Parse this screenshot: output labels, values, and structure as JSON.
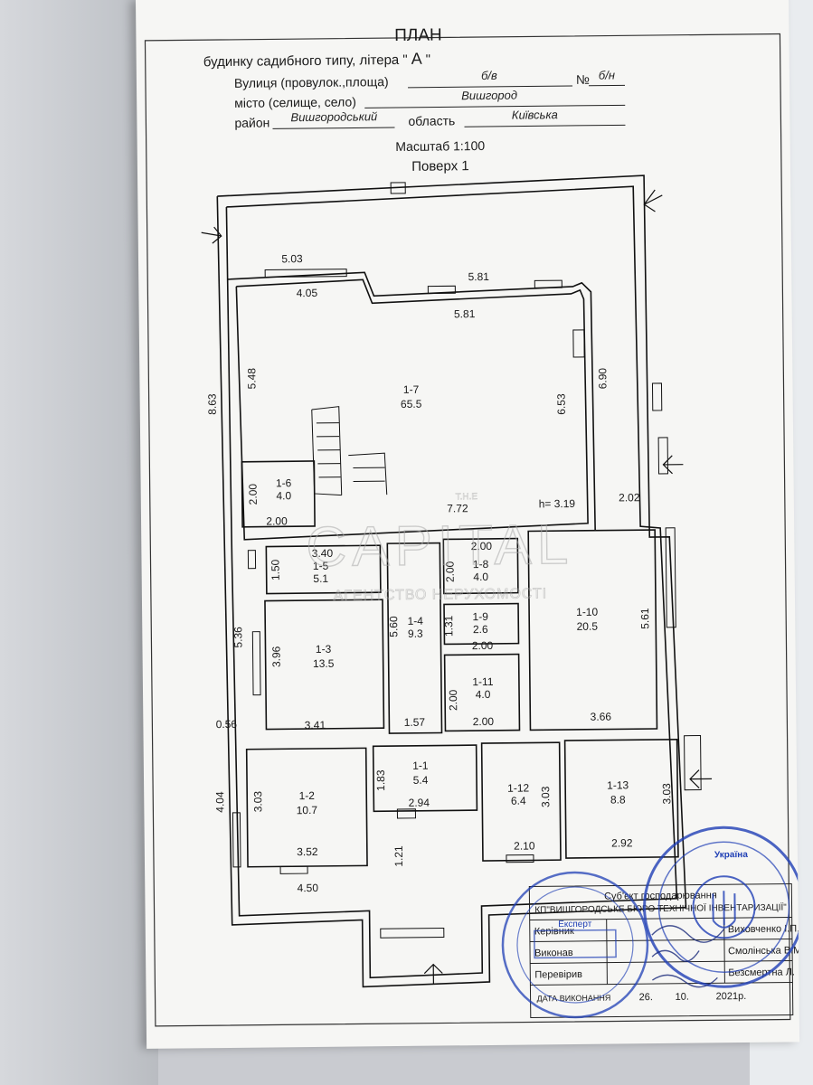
{
  "header": {
    "title": "ПЛАН",
    "subtitle_prefix": "будинку садибного типу, літера \"",
    "subtitle_letter": "А",
    "subtitle_suffix": "\"",
    "street_label": "Вулиця (провулок.,площа)",
    "street_value": "б/в",
    "no_label": "№",
    "no_value": "б/н",
    "city_label": "місто (селище, село)",
    "city_value": "Вишгород",
    "district_label": "район",
    "district_value": "Вишгородський",
    "region_label": "область",
    "region_value": "Київська",
    "scale": "Масштаб 1:100",
    "floor": "Поверх 1"
  },
  "watermark": {
    "top": "T.H.E",
    "main": "CAPITAL",
    "sub": "АГЕНТСТВО НЕРУХОМОСТІ"
  },
  "rooms": [
    {
      "id": "1-7",
      "area": "65.5"
    },
    {
      "id": "1-6",
      "area": "4.0"
    },
    {
      "id": "1-5",
      "area": "5.1"
    },
    {
      "id": "1-8",
      "area": "4.0"
    },
    {
      "id": "1-9",
      "area": "2.6"
    },
    {
      "id": "1-10",
      "area": "20.5"
    },
    {
      "id": "1-4",
      "area": "9.3"
    },
    {
      "id": "1-3",
      "area": "13.5"
    },
    {
      "id": "1-11",
      "area": "4.0"
    },
    {
      "id": "1-2",
      "area": "10.7"
    },
    {
      "id": "1-1",
      "area": "5.4"
    },
    {
      "id": "1-12",
      "area": "6.4"
    },
    {
      "id": "1-13",
      "area": "8.8"
    }
  ],
  "dimensions": {
    "d503": "5.03",
    "d405": "4.05",
    "d581a": "5.81",
    "d581b": "5.81",
    "d548": "5.48",
    "d863": "8.63",
    "d653": "6.53",
    "d690": "6.90",
    "d200a": "2.00",
    "d200b": "2.00",
    "d772": "7.72",
    "height": "h= 3.19",
    "d202": "2.02",
    "d340": "3.40",
    "d150": "1.50",
    "d200c": "2.00",
    "d200d": "2.00",
    "d536": "5.36",
    "d396": "3.96",
    "d560": "5.60",
    "d131": "1.31",
    "d200e": "2.00",
    "d561": "5.61",
    "d200f": "2.00",
    "d056": "0.56",
    "d341": "3.41",
    "d157": "1.57",
    "d200g": "2.00",
    "d366": "3.66",
    "d404": "4.04",
    "d303a": "3.03",
    "d183": "1.83",
    "d303b": "3.03",
    "d303c": "3.03",
    "d294": "2.94",
    "d352": "3.52",
    "d210": "2.10",
    "d292": "2.92",
    "d121": "1.21",
    "d450": "4.50"
  },
  "titleblock": {
    "heading1": "Суб'єкт господарювання",
    "heading2": "КП\"ВИШГОРОДСЬКЕ БЮРО ТЕХНІЧНОЇ ІНВЕНТАРИЗАЦІЇ\"",
    "rows": [
      {
        "role": "Керівник",
        "name": "Виховченко І.П."
      },
      {
        "role": "Виконав",
        "name": "Смолінська В.М."
      },
      {
        "role": "Перевірив",
        "name": "Безсмертна Л."
      }
    ],
    "date_label": "ДАТА ВИКОНАННЯ",
    "date_day": "26.",
    "date_month": "10.",
    "date_year": "2021р."
  },
  "stamp": {
    "country": "Україна",
    "expert": "Експерт"
  },
  "colors": {
    "ink": "#111111",
    "stamp": "#1f3fb5",
    "paper": "#f6f6f4"
  }
}
